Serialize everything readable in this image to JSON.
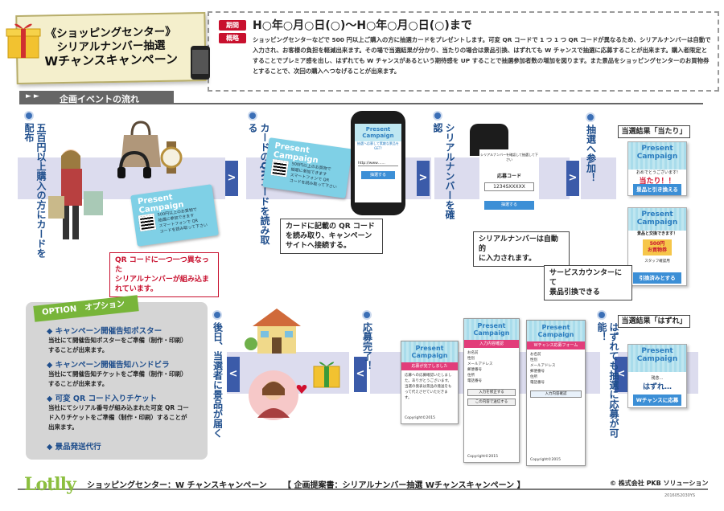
{
  "header": {
    "title_lines": [
      "《ショッピングセンター》",
      "シリアルナンバー抽選",
      "Wチャンスキャンペーン"
    ],
    "tag_period": "期間",
    "tag_outline": "概略",
    "period": "H○年○月○日(○)～H○年○月○日(○)まで",
    "outline": "ショッピングセンターなどで 500 円以上ご購入の方に抽選カードをプレゼントします。可変 QR コードで 1 つ 1 つ QR コードが異なるため、シリアルナンバーは自動で入力され、お客様の負担を軽減出来ます。その場で当選結果が分かり、当たりの場合は景品引換、はずれても W チャンスで抽選に応募することが出来ます。購入者限定とすることでプレミア感を出し、はずれても W チャンスがあるという期待感を UP することで抽選参加者数の増加を図ります。また景品をショッピングセンターのお買物券とすることで、次回の購入へつなげることが出来ます。"
  },
  "section": {
    "arrows": "►►",
    "title": "企画イベントの流れ"
  },
  "steps": {
    "s1": "五百円以上購入の方にカードを配布",
    "s2": "カードのQRコードを読み取る",
    "s3": "シリアルナンバーを確認",
    "s4": "抽選へ参加！",
    "s5": "応募完了！",
    "s6": "後日、当選者に景品が届く",
    "s7": "はずれても抽選に応募が可能！"
  },
  "cards": {
    "caption": "Present Campaign",
    "lines": [
      "500円以上のお買物で",
      "抽選に参加できます",
      "スマートフォンで QR",
      "コードを読み取って下さい"
    ]
  },
  "callouts": {
    "qr_red": "QR コードに一つ一つ異なった\nシリアルナンバーが組み込まれています。",
    "read_qr": "カードに記載の QR コード\nを読み取り、キャンペーン\nサイトへ接続する。",
    "serial_auto": "シリアルナンバーは自動的\nに入力されます。",
    "service": "サービスカウンターにて\n景品引換できる"
  },
  "phone1": {
    "head": "Present Campaign",
    "sub": "抽選へ応募して素敵な景品をGET!",
    "field": "http://www……",
    "btn": "抽選する"
  },
  "phone2": {
    "intro": "シリアルナンバーを確認して抽選して下さい",
    "label": "応募コード",
    "code": "1234SXXXXX",
    "btn": "抽選する"
  },
  "results": {
    "win_label": "当選結果「当たり」",
    "lose_label": "当選結果「はずれ」",
    "win_head": "Present Campaign",
    "win_sub": "おめでとうございます!",
    "win_big": "当たり！！",
    "win_btn": "景品と引き換える",
    "exchange_text": "景品と交換できます！",
    "exchange_item": "500円\nお買物券",
    "exchange_check": "スタッフ確認用",
    "exchange_btn": "引換済みとする",
    "lose_sub": "残念…",
    "lose_big": "はずれ…",
    "lose_btn": "Wチャンスに応募"
  },
  "option": {
    "tag": "OPTION　オプション",
    "items": [
      {
        "h": "◆ キャンペーン開催告知ポスター",
        "p": "当社にて開催告知ポスターをご準備（制作・印刷）\nすることが出来ます。"
      },
      {
        "h": "◆ キャンペーン開催告知ハンドビラ",
        "p": "当社にて開催告知チケットをご準備（制作・印刷）\nすることが出来ます。"
      },
      {
        "h": "◆ 可変 QR コード入りチケット",
        "p": "当社にてシリアル番号が組み込まれた可変 QR コー\nド入りチケットをご準備（制作・印刷）することが\n出来ます。"
      },
      {
        "h": "◆ 景品発送代行",
        "p": ""
      }
    ]
  },
  "forms": {
    "head": "Present Campaign",
    "done_bar": "応募が完了しました",
    "done_body": "応募への応募確認いたしました。ありがとうございます。\n当選の発表は景品の発送をもって代えさせていただきます。",
    "confirm_bar": "入力内容確認",
    "entry_bar": "Wチャンス応募フォーム",
    "f_name": "お名前",
    "f_gender": "性別",
    "f_mail": "メールアドレス",
    "f_zip": "郵便番号",
    "f_addr": "住所",
    "f_tel": "電話番号",
    "btn_fix": "入力を修正する",
    "btn_send": "この内容で送信する",
    "btn_confirm": "入力内容確認",
    "foot": "Copyright©2015"
  },
  "footer": {
    "logo": "Lotlly",
    "left": "ショッピングセンター：W チャンスキャンペーン",
    "mid": "【 企画提案書：シリアルナンバー抽選  Wチャンスキャンペーン 】",
    "right": "© 株式会社 PKB ソリューション",
    "code": "2016052030YS"
  },
  "colors": {
    "accent": "#1f4e8c",
    "red": "#c8102e",
    "band": "#dcdcee",
    "card": "#7fd0e6",
    "option": "#78b53a"
  }
}
